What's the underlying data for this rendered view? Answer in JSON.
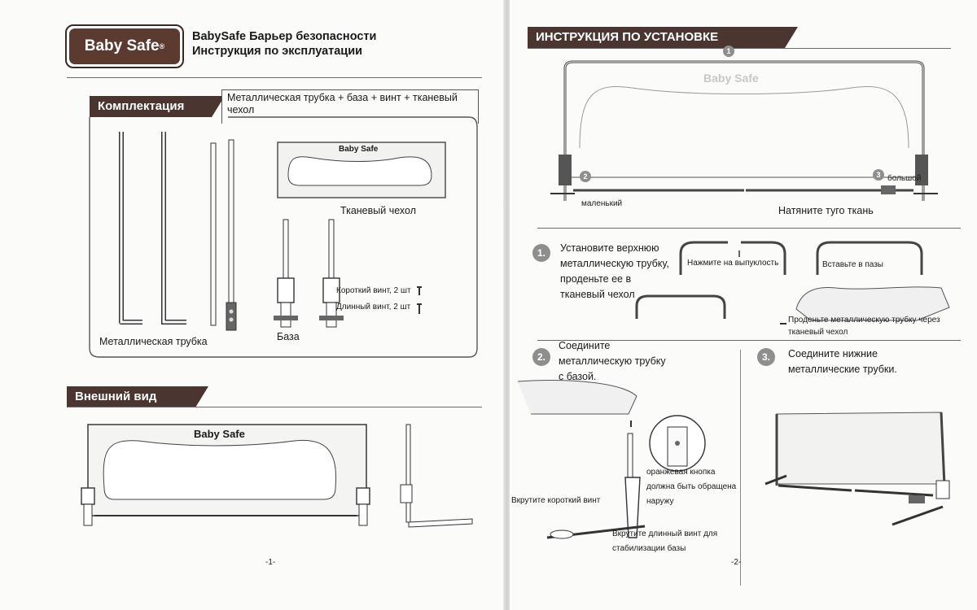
{
  "left_page": {
    "logo": {
      "text": "Baby Safe",
      "registered": "®"
    },
    "title_line1": "BabySafe Барьер безопасности",
    "title_line2": "Инструкция по эксплуатации",
    "package": {
      "section_label": "Комплектация",
      "description": "Металлическая трубка + база + винт + тканевый чехол",
      "fabric_logo": "Baby Safe",
      "fabric_label": "Тканевый чехол",
      "tube_label": "Металлическая трубка",
      "base_label": "База",
      "short_screw": "Короткий винт, 2 шт",
      "long_screw": "Длинный винт, 2 шт"
    },
    "appearance": {
      "section_label": "Внешний вид",
      "rail_logo": "Baby Safe"
    },
    "page_number": "-1-"
  },
  "right_page": {
    "section_label": "ИНСТРУКЦИЯ ПО УСТАНОВКЕ",
    "frame_logo": "Baby Safe",
    "marker_1": "1",
    "marker_2": "2",
    "marker_3": "3",
    "label_small": "маленький",
    "label_big": "большой",
    "stretch_text": "Натяните туго ткань",
    "step1": {
      "number": "1.",
      "text": "Установите верхнюю металлическую трубку, проденьте ее в тканевый чехол",
      "press_label": "Нажмите на выпуклость",
      "insert_label": "Вставьте в пазы",
      "thread_label": "Проденьте металлическую трубку через тканевый чехол"
    },
    "step2": {
      "number": "2.",
      "text": "Соедините металлическую трубку с базой.",
      "orange_button_note": "оранжевая кнопка должна быть обращена наружу",
      "short_screw_note": "Вкрутите короткий винт",
      "long_screw_note": "Вкрутите длинный винт для стабилизации базы"
    },
    "step3": {
      "number": "3.",
      "text": "Соедините нижние металлические трубки."
    },
    "page_number": "-2-"
  }
}
